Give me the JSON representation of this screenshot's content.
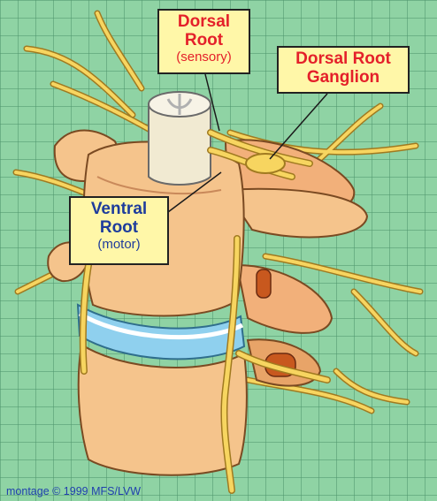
{
  "labels": {
    "dorsal_root": {
      "title_line1": "Dorsal",
      "title_line2": "Root",
      "subtitle": "(sensory)"
    },
    "dorsal_root_ganglion": {
      "line1": "Dorsal Root",
      "line2": "Ganglion"
    },
    "ventral_root": {
      "title_line1": "Ventral",
      "title_line2": "Root",
      "subtitle": "(motor)"
    }
  },
  "credit": "montage © 1999 MFS/LVW",
  "colors": {
    "background": "#8fd3a4",
    "grid": "#5a9a74",
    "bone": "#f5c48c",
    "bone_shadow": "#d8965c",
    "disc": "#8fd0ee",
    "nerve": "#f7d560",
    "nerve_outline": "#a07a20",
    "spinal_cord": "#f1ead2",
    "label_fill": "#fff7a8",
    "label_red": "#e4202a",
    "label_blue": "#1e3c9c"
  }
}
